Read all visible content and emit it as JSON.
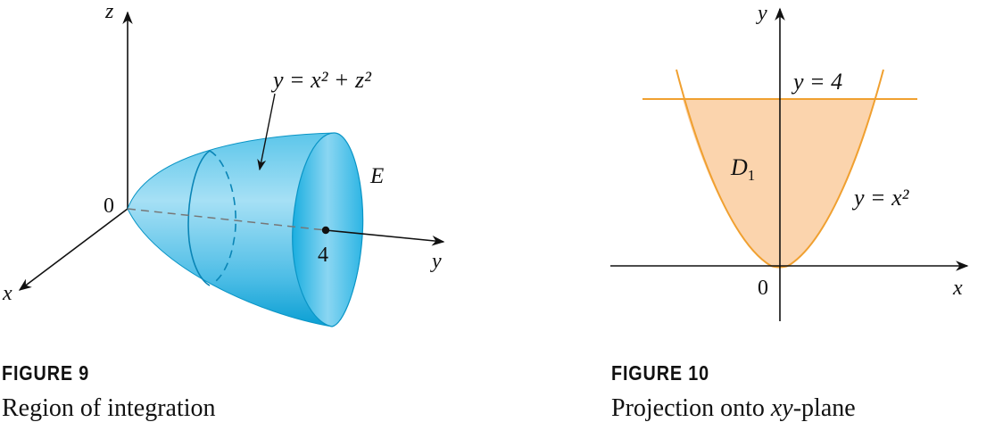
{
  "figure9": {
    "axis_z": "z",
    "axis_x": "x",
    "axis_y": "y",
    "origin": "0",
    "tick_y": "4",
    "surface_eq": "y = x² + z²",
    "region_label": "E",
    "caption_number": "FIGURE 9",
    "caption_text": "Region of integration"
  },
  "figure10": {
    "axis_y": "y",
    "axis_x": "x",
    "origin": "0",
    "line_label": "y = 4",
    "curve_label": "y = x²",
    "region_label": "D",
    "region_subscript": "1",
    "caption_number": "FIGURE 10",
    "caption_prefix": "Projection onto ",
    "caption_italic": "xy",
    "caption_suffix": "-plane"
  },
  "colors": {
    "surface_dark": "#0aa3d6",
    "surface_light": "#a6e0f5",
    "region_fill": "#fbd4ad",
    "curve": "#f0a030",
    "axis": "#111111"
  }
}
